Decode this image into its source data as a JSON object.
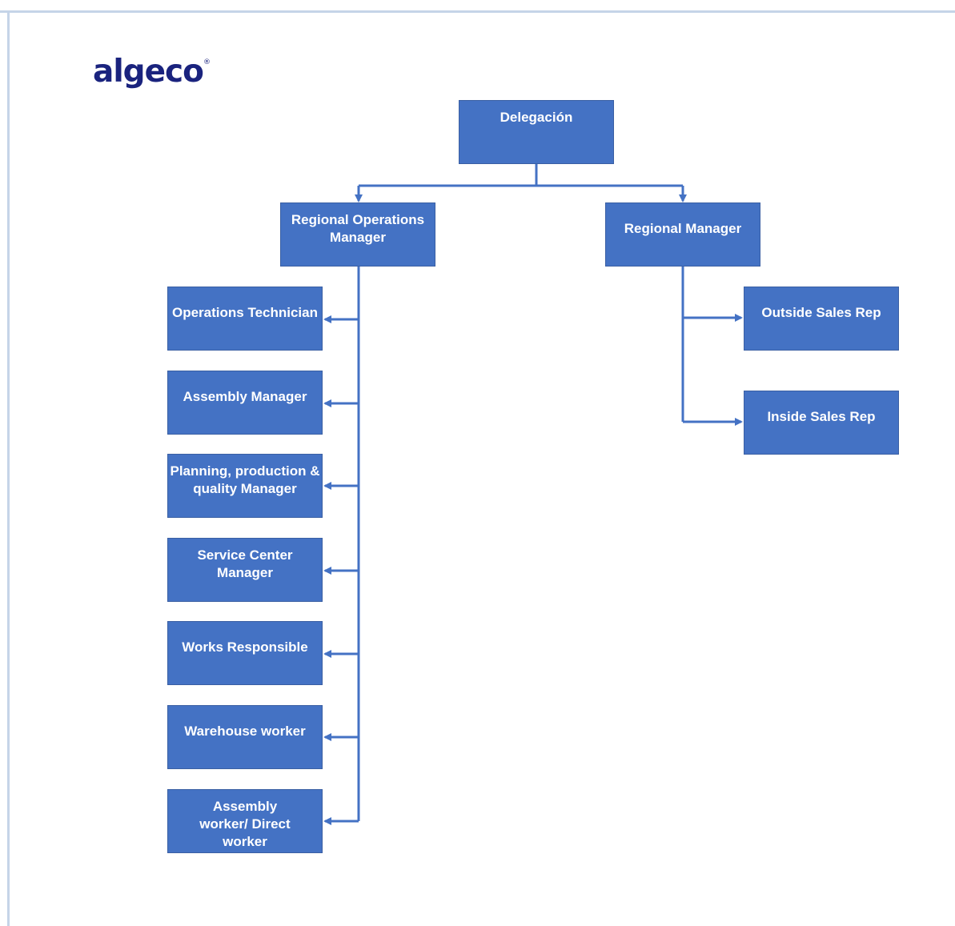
{
  "logo": {
    "text": "algeco",
    "mark": "®",
    "color": "#1a237e"
  },
  "colors": {
    "box_fill": "#4472c4",
    "connector": "#4472c4",
    "frame": "#c5d4e8"
  },
  "org_chart": {
    "root": "Delegación",
    "left_manager": "Regional Operations Manager",
    "right_manager": "Regional Manager",
    "left_reports": [
      "Operations Technician",
      "Assembly Manager",
      "Planning, production & quality Manager",
      "Service Center Manager",
      "Works Responsible",
      "Warehouse worker",
      "Assembly worker/ Direct worker"
    ],
    "right_reports": [
      "Outside Sales Rep",
      "Inside Sales Rep"
    ]
  }
}
